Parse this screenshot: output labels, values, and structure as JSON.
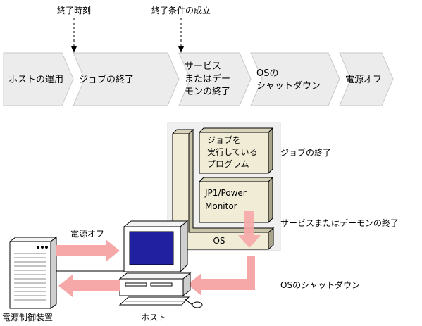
{
  "timeline": {
    "markers": [
      {
        "label": "終了時刻"
      },
      {
        "label": "終了条件の成立"
      }
    ],
    "stages": [
      {
        "lines": [
          "ホストの運用"
        ]
      },
      {
        "lines": [
          "ジョブの終了"
        ]
      },
      {
        "lines": [
          "サービス",
          "またはデー",
          "モンの終了"
        ]
      },
      {
        "lines": [
          "OSの",
          "シャットダウン"
        ]
      },
      {
        "lines": [
          "電源オフ"
        ]
      }
    ]
  },
  "stack": {
    "job_program": [
      "ジョブを",
      "実行している",
      "プログラム"
    ],
    "jp1": [
      "JP1/Power",
      "Monitor"
    ],
    "os": "OS"
  },
  "side_labels": {
    "job_end": "ジョブの終了",
    "service_end": "サービスまたはデーモンの終了",
    "os_shutdown": "OSのシャットダウン"
  },
  "power_off_label": "電源オフ",
  "host_label": "ホスト",
  "power_unit_label": "電源制御装置",
  "colors": {
    "arrow_fill": "#ececec",
    "arrow_stroke": "#c8c8c8",
    "box_fill": "#f0ecd6",
    "panel_fill": "#f0f0f0",
    "pink": "#f6a8a8",
    "screen": "#2020a0"
  }
}
